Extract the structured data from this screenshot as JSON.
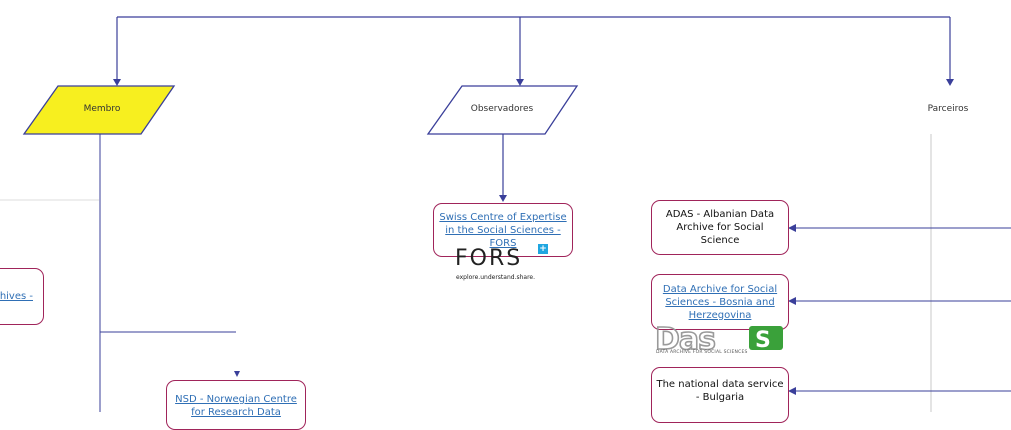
{
  "nodes": {
    "membro": "Membro",
    "observadores": "Observadores",
    "parceiros": "Parceiros"
  },
  "cards": {
    "fors": "Swiss Centre of Expertise in the Social Sciences - FORS",
    "adas": "ADAS - Albanian Data Archive for Social Science",
    "bosnia": "Data Archive for Social Sciences - Bosnia and Herzegovina",
    "bulgaria": "The national data service - Bulgaria",
    "nsd": "NSD - Norwegian Centre for Research Data",
    "partial_left": "hives -"
  },
  "logos": {
    "fors_word": "FORS",
    "fors_plus": "+",
    "fors_tagline": "explore.understand.share.",
    "das_caption": "DATA ARCHIVE FOR SOCIAL SCIENCES"
  },
  "colors": {
    "connector": "#3a3f9a",
    "membro_fill": "#f7ef1f",
    "card_border": "#a0245a",
    "link": "#2f6fb5",
    "das_green": "#3aa13a"
  }
}
